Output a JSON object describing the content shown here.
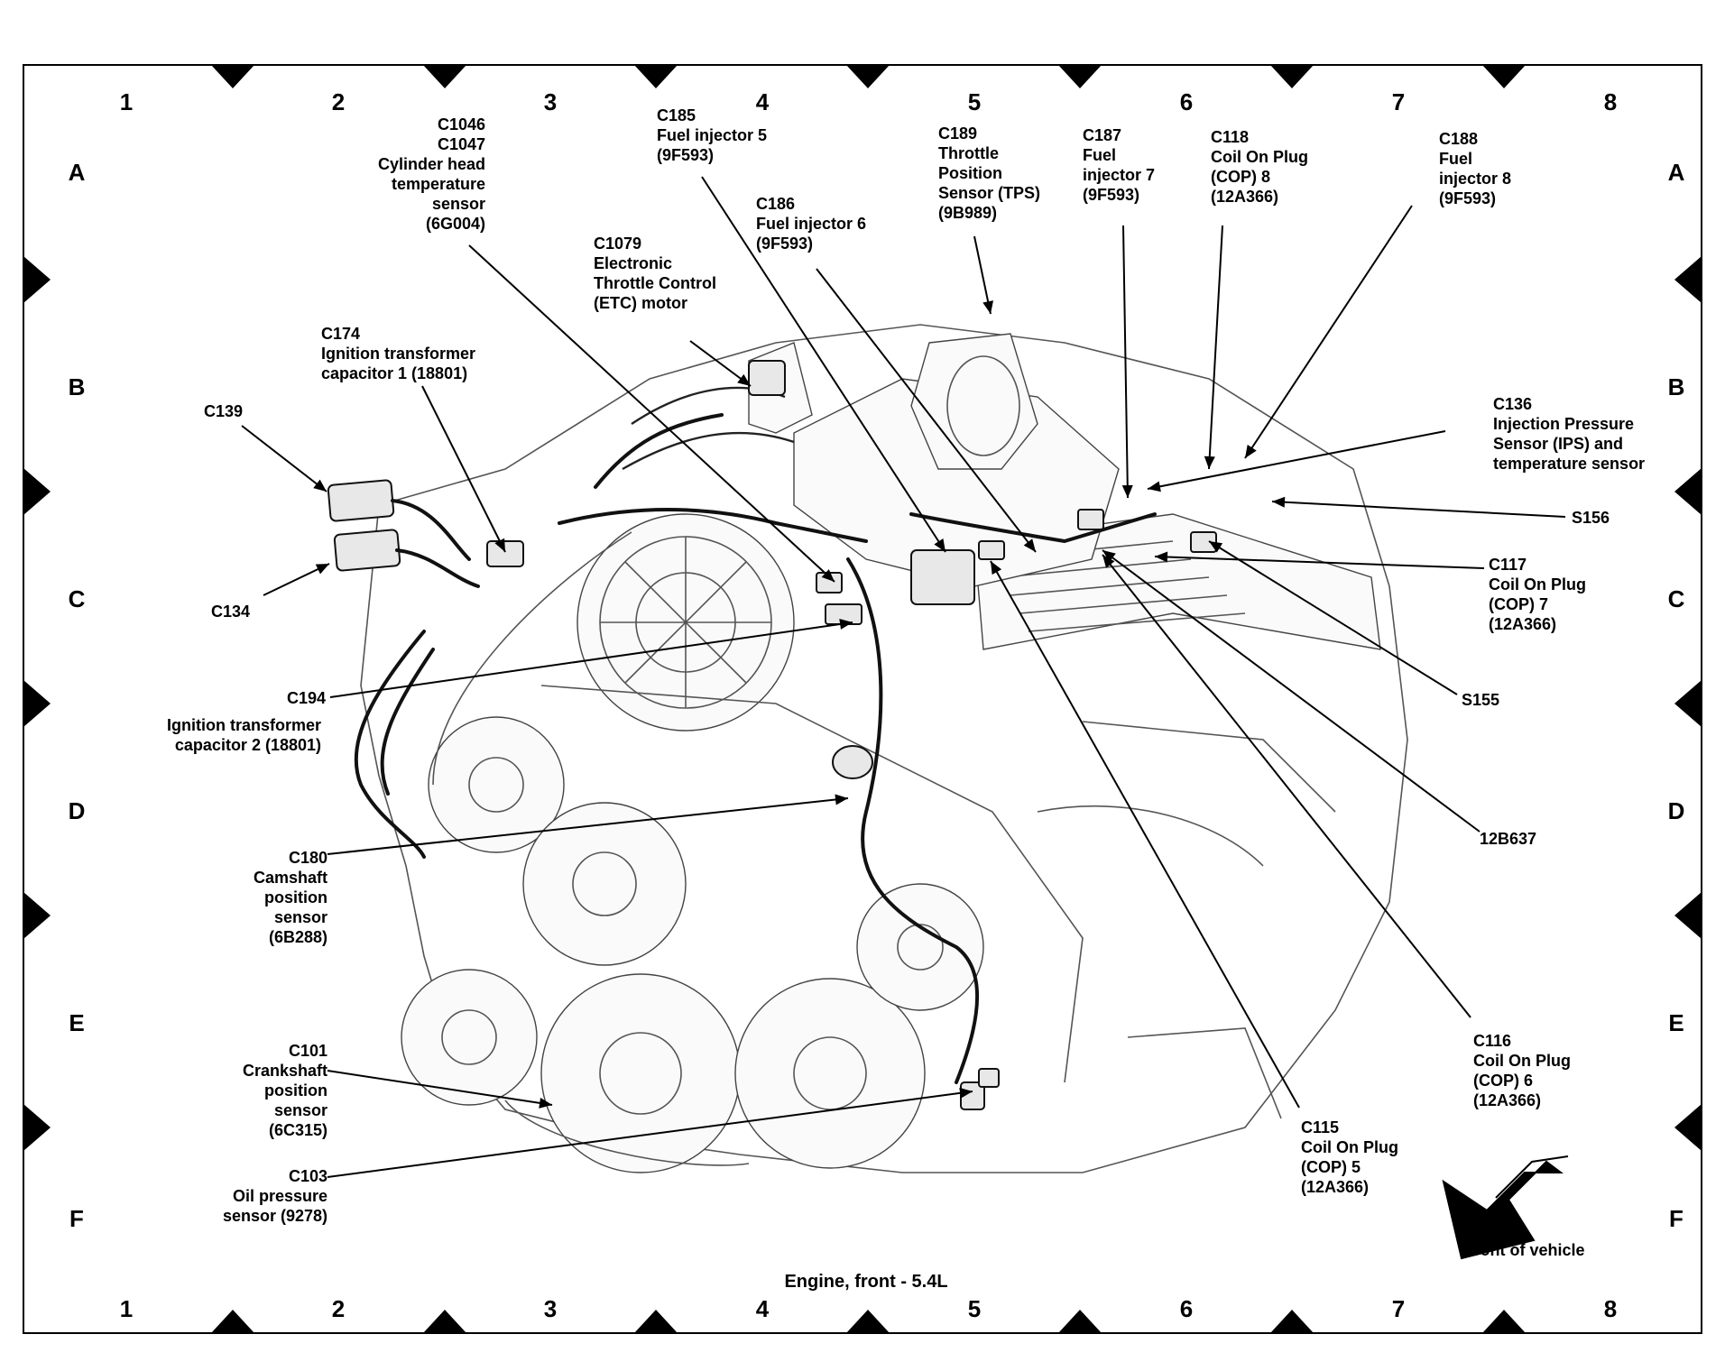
{
  "diagram": {
    "caption": "Engine, front - 5.4L",
    "columns": [
      "1",
      "2",
      "3",
      "4",
      "5",
      "6",
      "7",
      "8"
    ],
    "rows": [
      "A",
      "B",
      "C",
      "D",
      "E",
      "F"
    ],
    "orientation_label": "front of vehicle"
  },
  "callouts": [
    {
      "id": "c1046",
      "lines": [
        "C1046",
        "C1047",
        "Cylinder head",
        "temperature",
        "sensor",
        "(6G004)"
      ]
    },
    {
      "id": "c185",
      "lines": [
        "C185",
        "Fuel injector 5",
        "(9F593)"
      ]
    },
    {
      "id": "c186",
      "lines": [
        "C186",
        "Fuel injector 6",
        "(9F593)"
      ]
    },
    {
      "id": "c1079",
      "lines": [
        "C1079",
        "Electronic",
        "Throttle Control",
        "(ETC) motor"
      ]
    },
    {
      "id": "c189",
      "lines": [
        "C189",
        "Throttle",
        "Position",
        "Sensor (TPS)",
        "(9B989)"
      ]
    },
    {
      "id": "c187",
      "lines": [
        "C187",
        "Fuel",
        "injector 7",
        "(9F593)"
      ]
    },
    {
      "id": "c118",
      "lines": [
        "C118",
        "Coil On Plug",
        "(COP) 8",
        "(12A366)"
      ]
    },
    {
      "id": "c188",
      "lines": [
        "C188",
        "Fuel",
        "injector 8",
        "(9F593)"
      ]
    },
    {
      "id": "c174",
      "lines": [
        "C174",
        "Ignition transformer",
        "capacitor 1 (18801)"
      ]
    },
    {
      "id": "c139",
      "lines": [
        "C139"
      ]
    },
    {
      "id": "c136",
      "lines": [
        "C136",
        "Injection Pressure",
        "Sensor (IPS) and",
        "temperature sensor"
      ]
    },
    {
      "id": "s156",
      "lines": [
        "S156"
      ]
    },
    {
      "id": "c117",
      "lines": [
        "C117",
        "Coil On Plug",
        "(COP) 7",
        "(12A366)"
      ]
    },
    {
      "id": "c134",
      "lines": [
        "C134"
      ]
    },
    {
      "id": "s155",
      "lines": [
        "S155"
      ]
    },
    {
      "id": "c194",
      "lines": [
        "C194"
      ]
    },
    {
      "id": "c194desc",
      "lines": [
        "Ignition transformer",
        "capacitor 2 (18801)"
      ]
    },
    {
      "id": "c12b637",
      "lines": [
        "12B637"
      ]
    },
    {
      "id": "c180",
      "lines": [
        "C180",
        "Camshaft",
        "position",
        "sensor",
        "(6B288)"
      ]
    },
    {
      "id": "c116",
      "lines": [
        "C116",
        "Coil On Plug",
        "(COP) 6",
        "(12A366)"
      ]
    },
    {
      "id": "c101",
      "lines": [
        "C101",
        "Crankshaft",
        "position",
        "sensor",
        "(6C315)"
      ]
    },
    {
      "id": "c115",
      "lines": [
        "C115",
        "Coil On Plug",
        "(COP) 5",
        "(12A366)"
      ]
    },
    {
      "id": "c103",
      "lines": [
        "C103",
        "Oil pressure",
        "sensor (9278)"
      ]
    }
  ]
}
